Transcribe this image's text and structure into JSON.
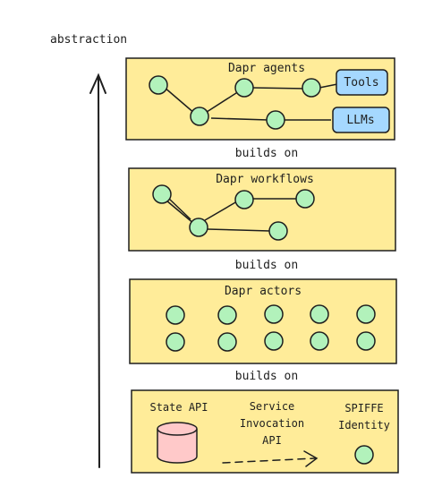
{
  "axis_label": "abstraction",
  "builds_on": [
    "builds on",
    "builds on",
    "builds on"
  ],
  "layers": {
    "agents": {
      "title": "Dapr agents",
      "tools": "Tools",
      "llms": "LLMs"
    },
    "workflows": {
      "title": "Dapr workflows"
    },
    "actors": {
      "title": "Dapr actors"
    },
    "runtime": {
      "state_api": "State API",
      "service_invocation": [
        "Service",
        "Invocation",
        "API"
      ],
      "spiffe": [
        "SPIFFE",
        "Identity"
      ]
    }
  },
  "colors": {
    "layer_fill": "#ffec99",
    "node_fill": "#b2f2bb",
    "box_fill": "#a5d8ff",
    "cylinder_fill": "#ffc9c9",
    "stroke": "#1e1e1e"
  }
}
